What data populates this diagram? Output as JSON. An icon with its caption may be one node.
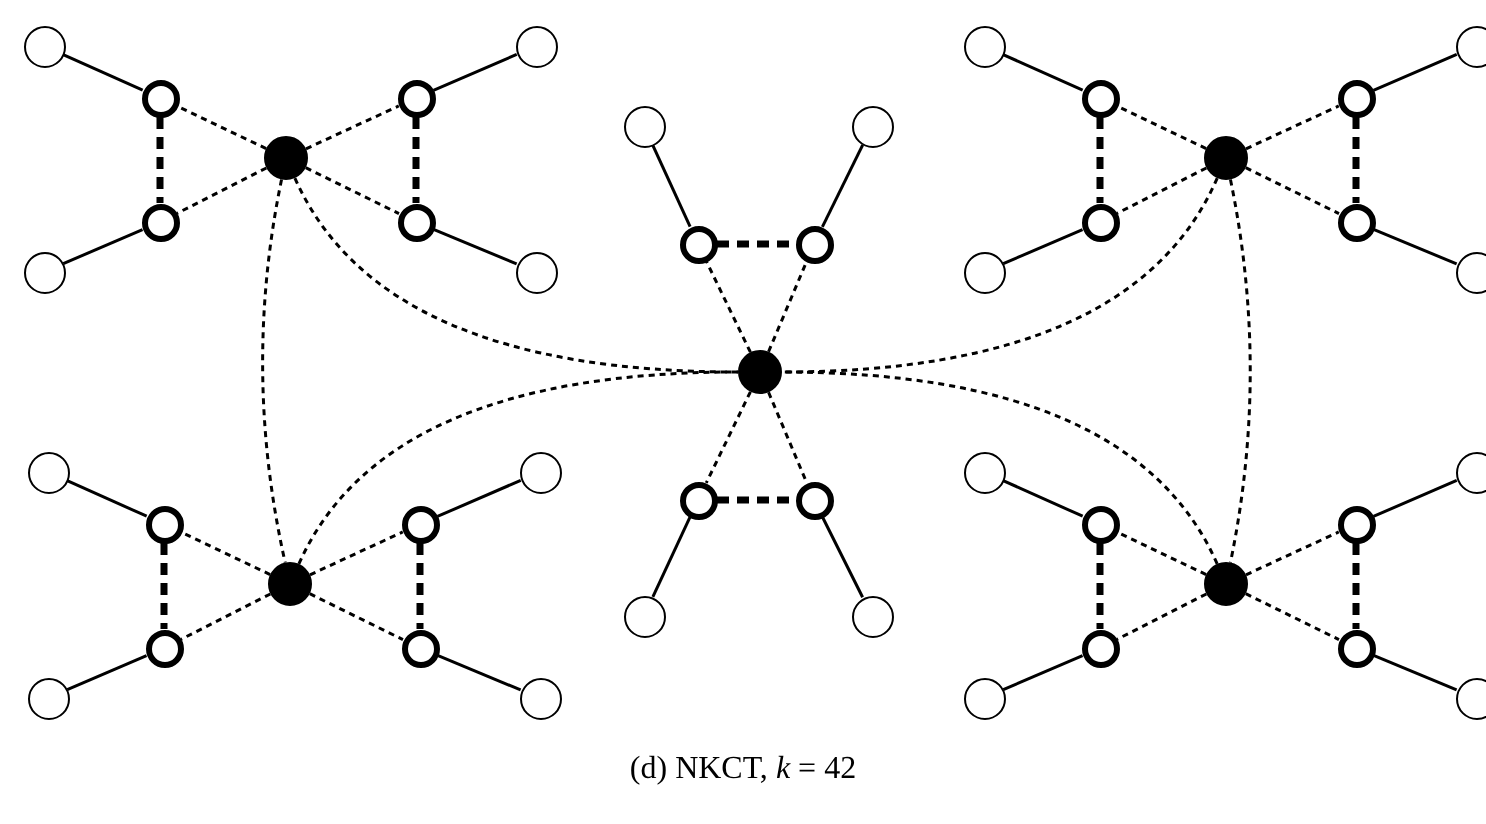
{
  "diagram": {
    "caption": "(d) NKCT, *k* = 42",
    "nodes": [
      {
        "text": [],
        "shape": "circle"
      },
      {
        "text": [],
        "shape": "circle"
      },
      {
        "text": [],
        "shape": "circle"
      },
      {
        "text": [],
        "shape": "circle"
      },
      {
        "text": [],
        "shape": "circle"
      },
      {
        "text": [],
        "shape": "circle"
      },
      {
        "text": [],
        "shape": "circle"
      },
      {
        "text": [],
        "shape": "circle"
      },
      {
        "text": [],
        "shape": "circle"
      },
      {
        "text": [],
        "shape": "circle"
      },
      {
        "text": [],
        "shape": "circle"
      },
      {
        "text": [],
        "shape": "circle"
      },
      {
        "text": [],
        "shape": "circle"
      },
      {
        "text": [],
        "shape": "circle"
      },
      {
        "text": [],
        "shape": "circle"
      },
      {
        "text": [],
        "shape": "circle"
      },
      {
        "text": [],
        "shape": "circle"
      },
      {
        "text": [],
        "shape": "circle"
      },
      {
        "text": [],
        "shape": "circle"
      },
      {
        "text": [],
        "shape": "circle"
      },
      {
        "text": [],
        "shape": "circle"
      },
      {
        "text": [],
        "shape": "circle"
      },
      {
        "text": [],
        "shape": "circle"
      },
      {
        "text": [],
        "shape": "circle"
      },
      {
        "text": [],
        "shape": "circle"
      },
      {
        "text": [],
        "shape": "circle"
      },
      {
        "text": [],
        "shape": "circle"
      },
      {
        "text": [],
        "shape": "circle"
      },
      {
        "text": [],
        "shape": "circle"
      },
      {
        "text": [],
        "shape": "circle"
      },
      {
        "text": [],
        "shape": "circle"
      },
      {
        "text": [],
        "shape": "circle"
      },
      {
        "text": [],
        "shape": "circle"
      },
      {
        "text": [],
        "shape": "circle"
      },
      {
        "text": [],
        "shape": "circle"
      },
      {
        "text": [],
        "shape": "circle"
      },
      {
        "text": [],
        "shape": "circle"
      },
      {
        "text": [],
        "shape": "circle"
      },
      {
        "text": [],
        "shape": "circle"
      },
      {
        "text": [],
        "shape": "circle"
      },
      {
        "text": [],
        "shape": "circle"
      },
      {
        "text": [],
        "shape": "circle"
      },
      {
        "text": [],
        "shape": "circle"
      },
      {
        "text": [],
        "shape": "circle"
      },
      {
        "text": [],
        "shape": "circle"
      }
    ],
    "edges": [
      {
        "from": 0,
        "to": 1,
        "arrow": "none",
        "style": "dashed"
      },
      {
        "from": 0,
        "to": 2,
        "arrow": "none",
        "style": "dashed"
      },
      {
        "from": 0,
        "to": 3,
        "arrow": "none",
        "style": "dashed"
      },
      {
        "from": 0,
        "to": 4,
        "arrow": "none",
        "style": "dashed"
      },
      {
        "from": 1,
        "to": 2,
        "arrow": "none",
        "style": "dashed"
      },
      {
        "from": 3,
        "to": 4,
        "arrow": "none",
        "style": "dashed"
      },
      {
        "from": 1,
        "to": 5,
        "arrow": "none"
      },
      {
        "from": 2,
        "to": 6,
        "arrow": "none"
      },
      {
        "from": 3,
        "to": 7,
        "arrow": "none"
      },
      {
        "from": 4,
        "to": 8,
        "arrow": "none"
      },
      {
        "from": 9,
        "to": 10,
        "arrow": "none",
        "style": "dashed"
      },
      {
        "from": 9,
        "to": 11,
        "arrow": "none",
        "style": "dashed"
      },
      {
        "from": 9,
        "to": 12,
        "arrow": "none",
        "style": "dashed"
      },
      {
        "from": 9,
        "to": 13,
        "arrow": "none",
        "style": "dashed"
      },
      {
        "from": 10,
        "to": 11,
        "arrow": "none",
        "style": "dashed"
      },
      {
        "from": 12,
        "to": 13,
        "arrow": "none",
        "style": "dashed"
      },
      {
        "from": 10,
        "to": 14,
        "arrow": "none"
      },
      {
        "from": 11,
        "to": 15,
        "arrow": "none"
      },
      {
        "from": 12,
        "to": 16,
        "arrow": "none"
      },
      {
        "from": 13,
        "to": 17,
        "arrow": "none"
      },
      {
        "from": 18,
        "to": 19,
        "arrow": "none",
        "style": "dashed"
      },
      {
        "from": 18,
        "to": 20,
        "arrow": "none",
        "style": "dashed"
      },
      {
        "from": 18,
        "to": 21,
        "arrow": "none",
        "style": "dashed"
      },
      {
        "from": 18,
        "to": 22,
        "arrow": "none",
        "style": "dashed"
      },
      {
        "from": 19,
        "to": 20,
        "arrow": "none",
        "style": "dashed"
      },
      {
        "from": 21,
        "to": 22,
        "arrow": "none",
        "style": "dashed"
      },
      {
        "from": 19,
        "to": 23,
        "arrow": "none"
      },
      {
        "from": 20,
        "to": 24,
        "arrow": "none"
      },
      {
        "from": 21,
        "to": 25,
        "arrow": "none"
      },
      {
        "from": 22,
        "to": 26,
        "arrow": "none"
      },
      {
        "from": 27,
        "to": 28,
        "arrow": "none",
        "style": "dashed"
      },
      {
        "from": 27,
        "to": 29,
        "arrow": "none",
        "style": "dashed"
      },
      {
        "from": 27,
        "to": 30,
        "arrow": "none",
        "style": "dashed"
      },
      {
        "from": 27,
        "to": 31,
        "arrow": "none",
        "style": "dashed"
      },
      {
        "from": 28,
        "to": 29,
        "arrow": "none",
        "style": "dashed"
      },
      {
        "from": 30,
        "to": 31,
        "arrow": "none",
        "style": "dashed"
      },
      {
        "from": 28,
        "to": 32,
        "arrow": "none"
      },
      {
        "from": 29,
        "to": 33,
        "arrow": "none"
      },
      {
        "from": 30,
        "to": 34,
        "arrow": "none"
      },
      {
        "from": 31,
        "to": 35,
        "arrow": "none"
      },
      {
        "from": 36,
        "to": 37,
        "arrow": "none",
        "style": "dashed"
      },
      {
        "from": 36,
        "to": 38,
        "arrow": "none",
        "style": "dashed"
      },
      {
        "from": 36,
        "to": 39,
        "arrow": "none",
        "style": "dashed"
      },
      {
        "from": 36,
        "to": 40,
        "arrow": "none",
        "style": "dashed"
      },
      {
        "from": 37,
        "to": 38,
        "arrow": "none",
        "style": "dashed"
      },
      {
        "from": 39,
        "to": 40,
        "arrow": "none",
        "style": "dashed"
      },
      {
        "from": 37,
        "to": 41,
        "arrow": "none"
      },
      {
        "from": 38,
        "to": 42,
        "arrow": "none"
      },
      {
        "from": 39,
        "to": 43,
        "arrow": "none"
      },
      {
        "from": 40,
        "to": 44,
        "arrow": "none"
      },
      {
        "from": 0,
        "to": 27,
        "arrow": "none",
        "style": "dashed"
      },
      {
        "from": 9,
        "to": 36,
        "arrow": "none",
        "style": "dashed"
      },
      {
        "from": 0,
        "to": 18,
        "arrow": "none",
        "style": "dashed"
      },
      {
        "from": 9,
        "to": 18,
        "arrow": "none",
        "style": "dashed"
      },
      {
        "from": 27,
        "to": 18,
        "arrow": "none",
        "style": "dashed"
      },
      {
        "from": 36,
        "to": 18,
        "arrow": "none",
        "style": "dashed"
      }
    ]
  }
}
